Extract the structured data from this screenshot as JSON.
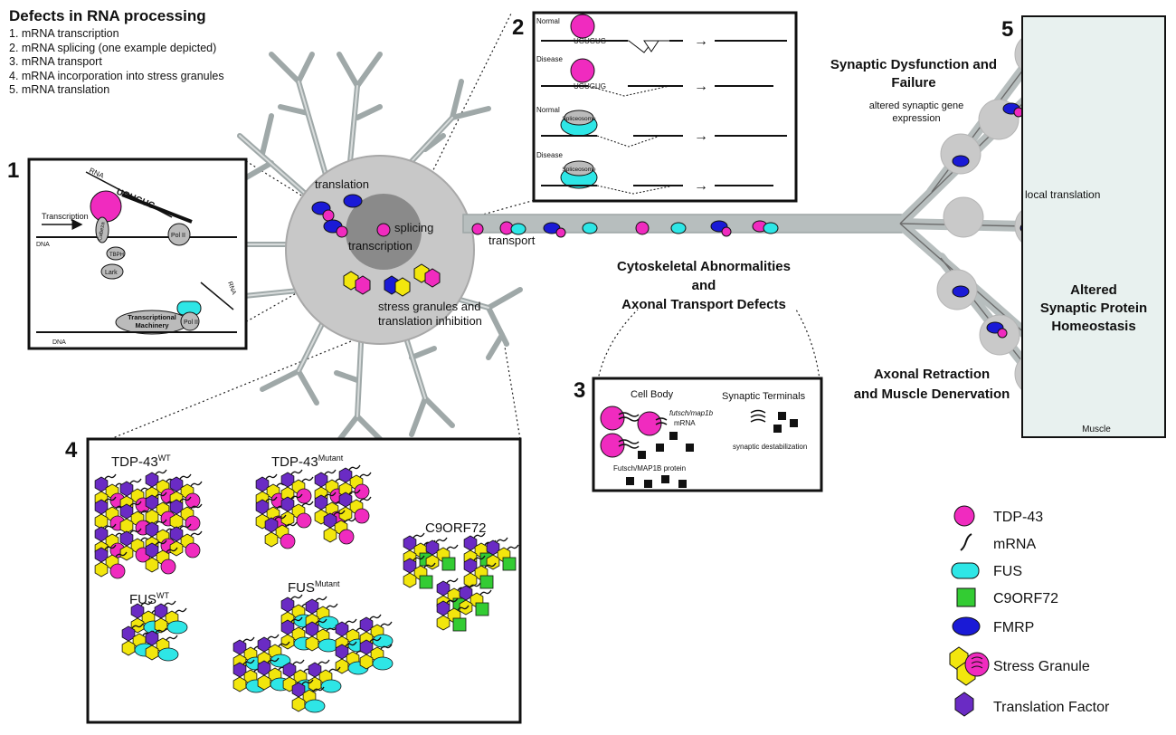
{
  "header": {
    "title": "Defects in RNA processing",
    "items": [
      "1. mRNA transcription",
      "2. mRNA splicing (one example depicted)",
      "3. mRNA transport",
      "4. mRNA incorporation into stress granules",
      "5. mRNA translation"
    ]
  },
  "neuron": {
    "translation": "translation",
    "splicing": "splicing",
    "transcription": "transcription",
    "transport": "transport",
    "stress_line1": "stress granules and",
    "stress_line2": "translation inhibition"
  },
  "panel1": {
    "number": "1",
    "rna_top": "RNA",
    "motif": "UGUGUG",
    "transcription": "Transcription",
    "dna_top": "DNA",
    "polii_top": "Pol II",
    "complex_a": "Cabeza",
    "complex_b": "TBPH",
    "lark": "Lark",
    "rna_bottom": "RNA",
    "machinery_line1": "Transcriptional",
    "machinery_line2": "Machinery",
    "polii_bottom": "Pol II",
    "dna_bottom": "DNA"
  },
  "panel2": {
    "number": "2",
    "normal": "Normal",
    "disease": "Disease",
    "motif": "UGUGUG",
    "spliceosome": "Spliceosome",
    "arrow": "→"
  },
  "panel3": {
    "number": "3",
    "cell_body": "Cell Body",
    "synaptic_terminals": "Synaptic Terminals",
    "mrna_gene": "futsch/map1b",
    "mrna_word": "mRNA",
    "protein": "Futsch/MAP1B protein",
    "destab": "synaptic destabilization"
  },
  "panel4": {
    "number": "4",
    "tdp_wt": "TDP-43",
    "tdp_wt_sup": "WT",
    "tdp_mut": "TDP-43",
    "tdp_mut_sup": "Mutant",
    "c9": "C9ORF72",
    "fus_wt": "FUS",
    "fus_wt_sup": "WT",
    "fus_mut": "FUS",
    "fus_mut_sup": "Mutant"
  },
  "axon": {
    "cyto_line1": "Cytoskeletal Abnormalities",
    "cyto_line2": "and",
    "cyto_line3": "Axonal Transport Defects"
  },
  "synapse": {
    "number": "5",
    "dysfunction_line1": "Synaptic Dysfunction and",
    "dysfunction_line2": "Failure",
    "altered_gene_line1": "altered synaptic gene",
    "altered_gene_line2": "expression",
    "local_translation": "local translation",
    "retraction_line1": "Axonal Retraction",
    "retraction_line2": "and Muscle Denervation",
    "homeostasis_line1": "Altered",
    "homeostasis_line2": "Synaptic Protein",
    "homeostasis_line3": "Homeostasis",
    "muscle": "Muscle"
  },
  "legend": {
    "tdp43": "TDP-43",
    "mrna": "mRNA",
    "fus": "FUS",
    "c9orf72": "C9ORF72",
    "fmrp": "FMRP",
    "stress_granule": "Stress Granule",
    "translation_factor": "Translation Factor"
  },
  "colors": {
    "tdp43": "#f02bbf",
    "fus": "#2ee6e6",
    "c9orf72": "#33cc33",
    "fmrp": "#1a1ad6",
    "stress_granule": "#f2e60d",
    "translation_factor": "#6a2bc4",
    "neuron": "#c8c8c8",
    "nucleus": "#8a8a8a",
    "muscle": "#e8f1ef"
  }
}
